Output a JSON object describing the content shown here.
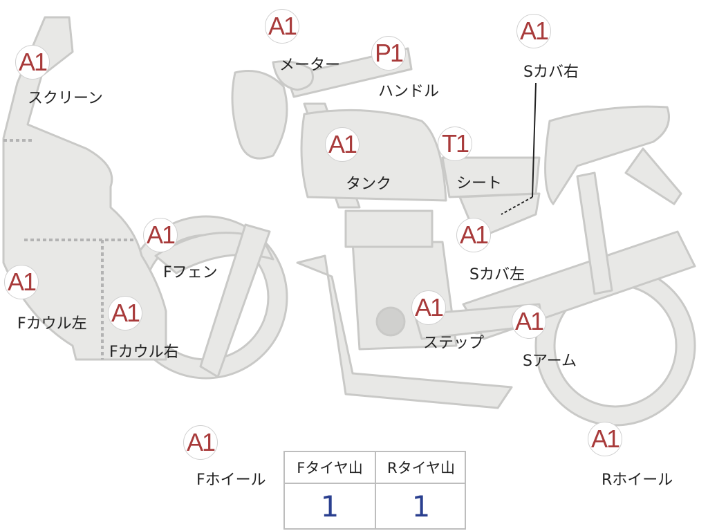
{
  "parts": {
    "screen": {
      "grade": "A1",
      "label": "スクリーン"
    },
    "meter": {
      "grade": "A1",
      "label": "メーター"
    },
    "handle": {
      "grade": "P1",
      "label": "ハンドル"
    },
    "scover_r": {
      "grade": "A1",
      "label": "Sカバ右"
    },
    "tank": {
      "grade": "A1",
      "label": "タンク"
    },
    "seat": {
      "grade": "T1",
      "label": "シート"
    },
    "ffender": {
      "grade": "A1",
      "label": "Fフェン"
    },
    "scover_l": {
      "grade": "A1",
      "label": "Sカバ左"
    },
    "fcowl_l": {
      "grade": "A1",
      "label": "Fカウル左"
    },
    "fcowl_r": {
      "grade": "A1",
      "label": "Fカウル右"
    },
    "step": {
      "grade": "A1",
      "label": "ステップ"
    },
    "sarm": {
      "grade": "A1",
      "label": "Sアーム"
    },
    "fwheel": {
      "grade": "A1",
      "label": "Fホイール"
    },
    "rwheel": {
      "grade": "A1",
      "label": "Rホイール"
    }
  },
  "tread": {
    "front_label": "Fタイヤ山",
    "rear_label": "Rタイヤ山",
    "front_value": "1",
    "rear_value": "1"
  },
  "colors": {
    "part_fill": "#e8e8e6",
    "part_stroke": "#c9c9c7",
    "grade_text": "#a83a3a",
    "tread_value": "#2a3f8f"
  }
}
